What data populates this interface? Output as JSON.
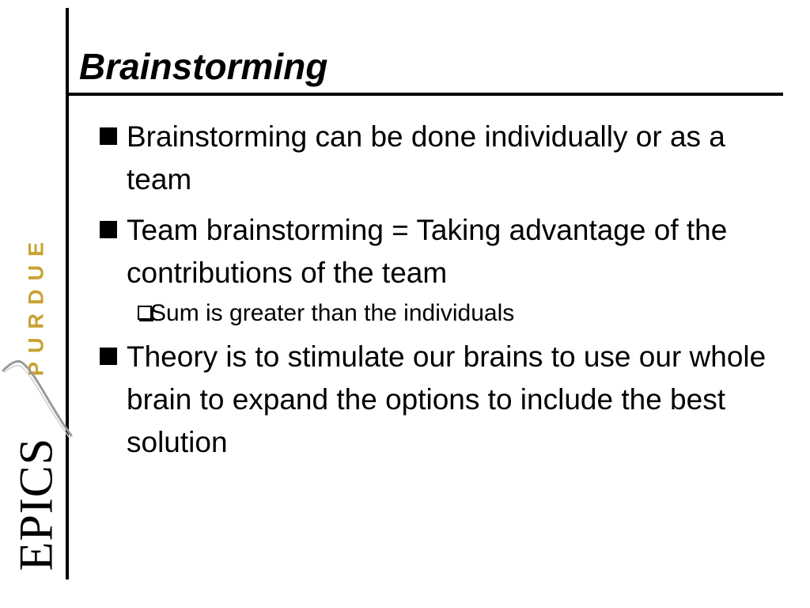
{
  "slide": {
    "title": "Brainstorming",
    "bullets": [
      {
        "level": 1,
        "text": "Brainstorming can be done individually or as a team"
      },
      {
        "level": 1,
        "text": "Team brainstorming = Taking advantage of the contributions of the team"
      },
      {
        "level": 2,
        "text": "Sum is greater than the individuals"
      },
      {
        "level": 1,
        "text": "Theory is to stimulate our brains to use our whole brain to expand the options to include the best solution"
      }
    ]
  },
  "sidebar": {
    "brand_top": "PURDUE",
    "brand_bottom": "EPICS",
    "brand_color": "#c9a233"
  }
}
